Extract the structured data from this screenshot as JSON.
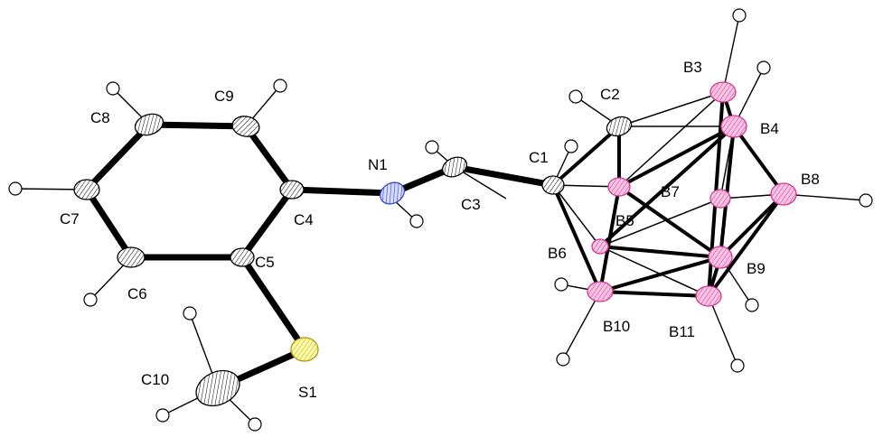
{
  "labels": {
    "C1": "C1",
    "C2": "C2",
    "C3": "C3",
    "C4": "C4",
    "C5": "C5",
    "C6": "C6",
    "C7": "C7",
    "C8": "C8",
    "C9": "C9",
    "C10": "C10",
    "N1": "N1",
    "S1": "S1",
    "B3": "B3",
    "B4": "B4",
    "B5": "B5",
    "B6": "B6",
    "B7": "B7",
    "B8": "B8",
    "B9": "B9",
    "B10": "B10",
    "B11": "B11"
  },
  "colors": {
    "carbon": "#ffffff",
    "nitrogen": "#4a5ad8",
    "sulfur": "#f0e020",
    "boron": "#f06ab8",
    "bond": "#000000"
  }
}
